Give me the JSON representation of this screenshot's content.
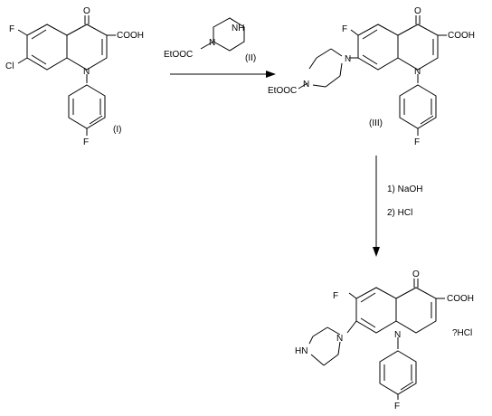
{
  "scheme": {
    "compound_I": {
      "id_label": "(I)",
      "atoms": {
        "F": "F",
        "Cl": "Cl",
        "N": "N",
        "O": "O",
        "COOH": "COOH",
        "F_para": "F"
      }
    },
    "reagent_II": {
      "id_label": "(II)",
      "atoms": {
        "NH": "NH",
        "N": "N",
        "EtOOC": "EtOOC"
      }
    },
    "compound_III": {
      "id_label": "(III)",
      "atoms": {
        "F": "F",
        "O": "O",
        "COOH": "COOH",
        "N1": "N",
        "N_pip1": "N",
        "N_pip2": "N",
        "EtOOC": "EtOOC",
        "F_para": "F"
      }
    },
    "step2": {
      "conditions": [
        "1) NaOH",
        "2) HCl"
      ]
    },
    "product": {
      "salt_label": "?HCl",
      "atoms": {
        "F": "F",
        "O": "O",
        "COOH": "COOH",
        "N1": "N",
        "N_pip": "N",
        "HN": "HN",
        "F_para": "F"
      }
    }
  }
}
